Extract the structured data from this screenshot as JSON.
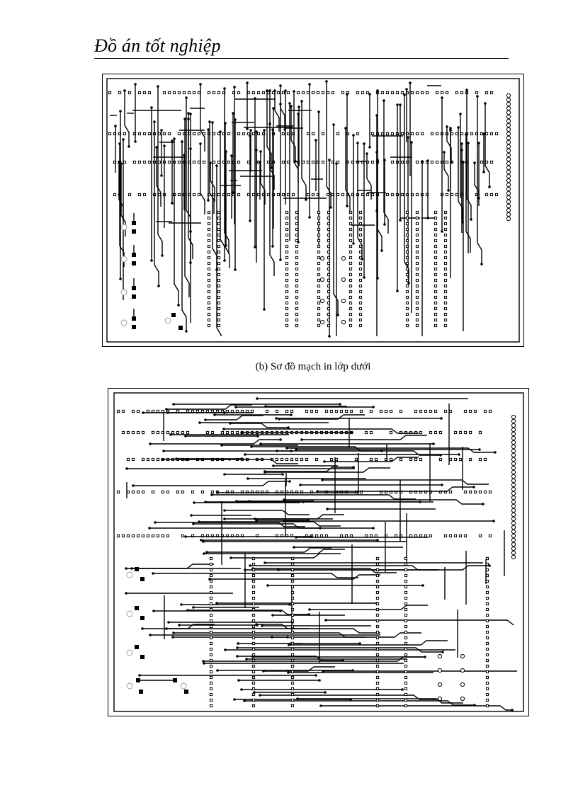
{
  "document": {
    "running_header": "Đồ án tốt nghiệp",
    "figure_top": {
      "description_icon": "pcb-top-layer-layout"
    },
    "figure_bottom_caption": "(b) Sơ đồ mạch in lớp dưới",
    "figure_bottom": {
      "description_icon": "pcb-bottom-layer-layout"
    }
  },
  "colors": {
    "ink": "#000000",
    "paper": "#ffffff",
    "faint_ring": "#999999"
  }
}
